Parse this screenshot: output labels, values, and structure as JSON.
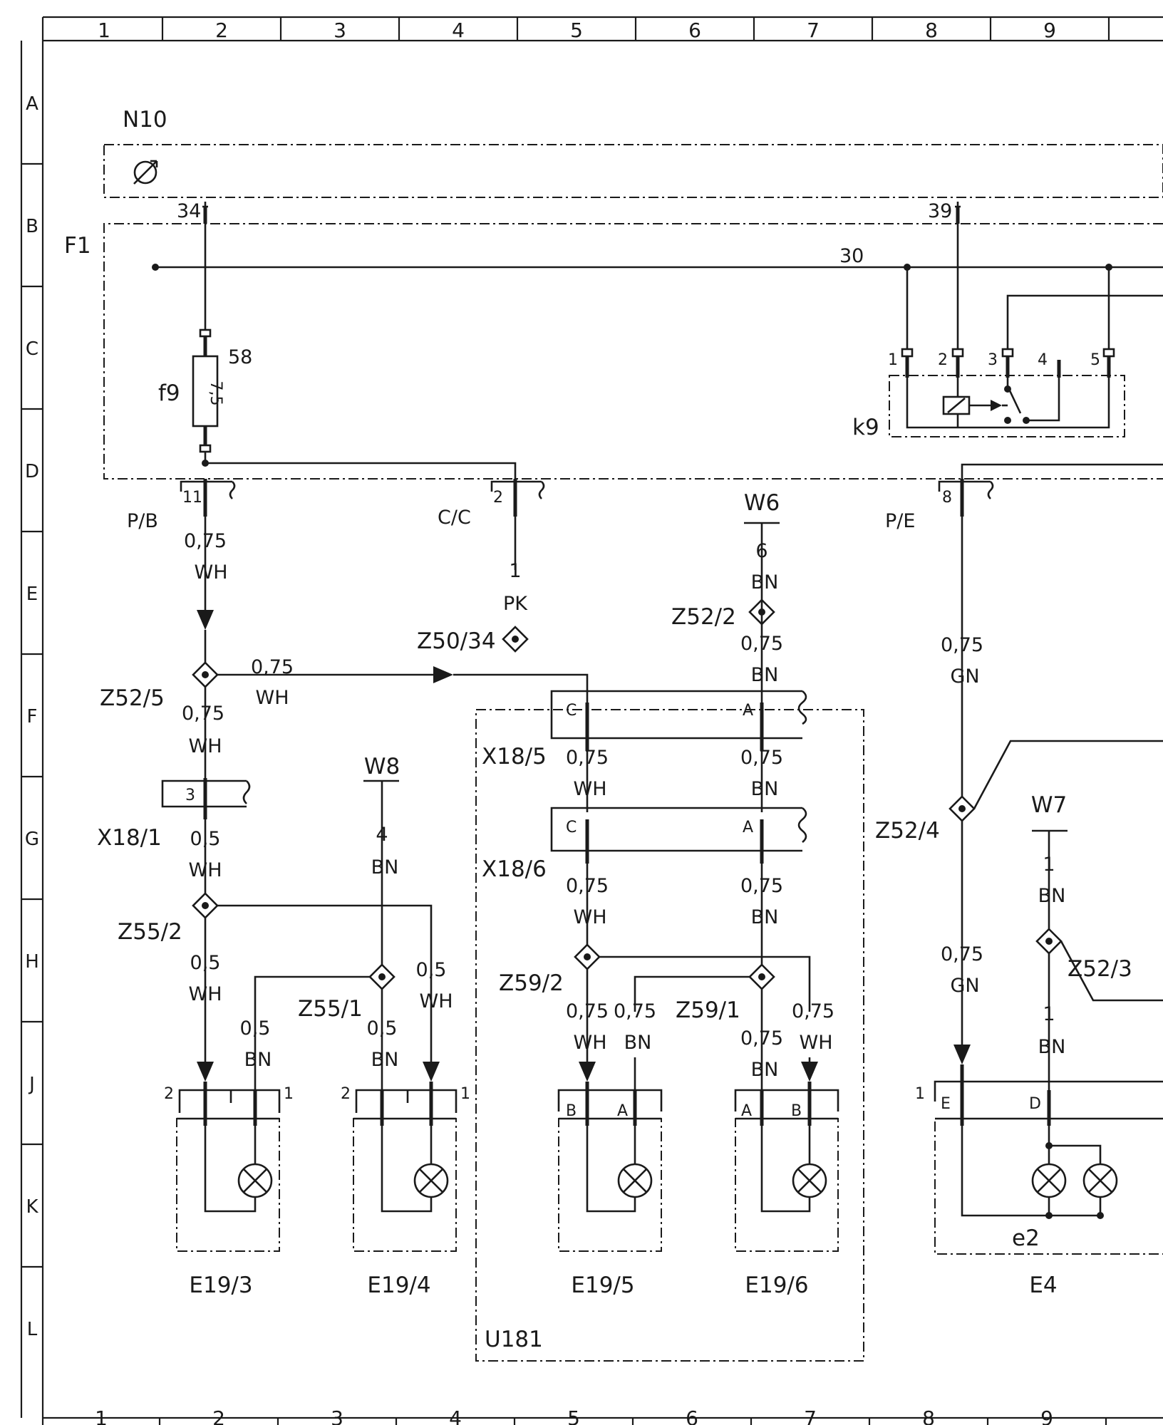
{
  "frame": {
    "columns": [
      "1",
      "2",
      "3",
      "4",
      "5",
      "6",
      "7",
      "8",
      "9"
    ],
    "rows": [
      "A",
      "B",
      "C",
      "D",
      "E",
      "F",
      "G",
      "H",
      "J",
      "K",
      "L"
    ]
  },
  "components": {
    "n10": "N10",
    "f1": "F1",
    "f9": "f9",
    "f9_rating": "7,5",
    "k9": "k9",
    "u181": "U181",
    "e2": "e2",
    "e19_3": "E19/3",
    "e19_4": "E19/4",
    "e19_5": "E19/5",
    "e19_6": "E19/6",
    "e4": "E4"
  },
  "connectors": {
    "pb": "P/B",
    "cc": "C/C",
    "pe": "P/E",
    "x18_1": "X18/1",
    "x18_5": "X18/5",
    "x18_6": "X18/6"
  },
  "splices": {
    "z52_5": "Z52/5",
    "z50_34": "Z50/34",
    "z52_2": "Z52/2",
    "z52_4": "Z52/4",
    "z52_3": "Z52/3",
    "z55_2": "Z55/2",
    "z55_1": "Z55/1",
    "z59_2": "Z59/2",
    "z59_1": "Z59/1"
  },
  "grounds": {
    "w6": "W6",
    "w7": "W7",
    "w8": "W8"
  },
  "pins": {
    "p34": "34",
    "p39": "39",
    "p30": "30",
    "p58": "58",
    "p11": "11",
    "p2": "2",
    "p8": "8",
    "k1": "1",
    "k2": "2",
    "k3": "3",
    "k4": "4",
    "k5": "5",
    "c": "C",
    "a": "A",
    "b": "B",
    "d": "D",
    "e": "E",
    "one": "1",
    "two": "2",
    "three": "3",
    "four": "4",
    "six": "6"
  },
  "wires": {
    "s075": "0,75",
    "s05": "0,5",
    "s1": "1",
    "wh": "WH",
    "bn": "BN",
    "gn": "GN",
    "pk": "PK"
  }
}
